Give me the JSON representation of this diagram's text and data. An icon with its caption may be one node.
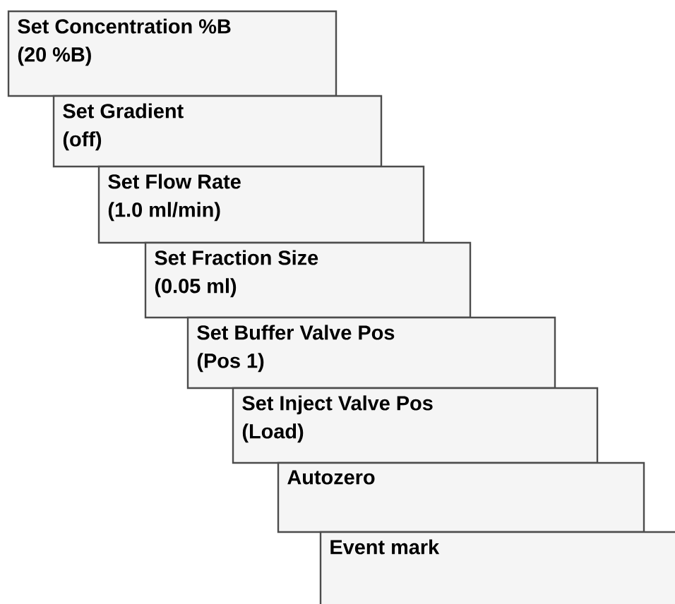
{
  "diagram": {
    "nodes": [
      {
        "text": [
          "Set Concentration %B",
          "(20 %B)"
        ]
      },
      {
        "text": [
          "Set Gradient",
          "(off)"
        ]
      },
      {
        "text": [
          "Set Flow Rate",
          "(1.0 ml/min)"
        ]
      },
      {
        "text": [
          "Set Fraction Size",
          "(0.05 ml)"
        ]
      },
      {
        "text": [
          "Set Buffer Valve Pos",
          "(Pos 1)"
        ]
      },
      {
        "text": [
          "Set Inject Valve Pos",
          "(Load)"
        ]
      },
      {
        "text": [
          "Autozero"
        ]
      },
      {
        "text": [
          "Event mark"
        ]
      }
    ]
  }
}
